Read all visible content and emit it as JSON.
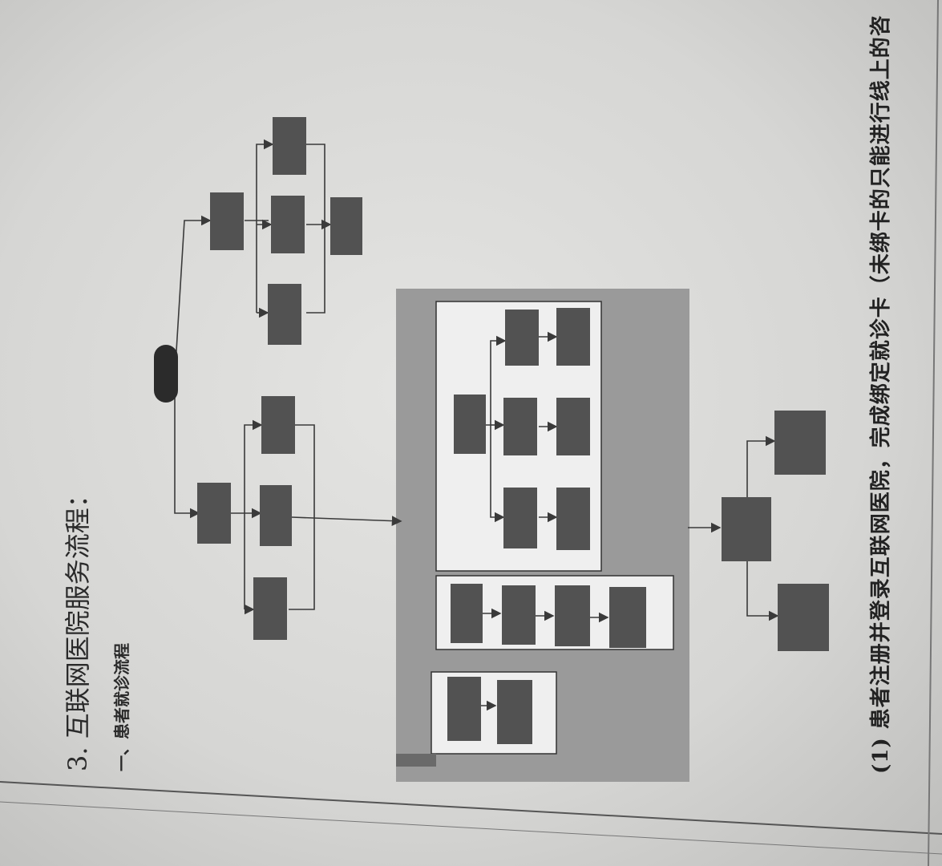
{
  "document": {
    "heading": "3. 互联网医院服务流程：",
    "subheading": "一、患者就诊流程",
    "caption": "(1)  患者注册并登录互联网医院，完成绑定就诊卡（未绑卡的只能进行线上的咨"
  },
  "colors": {
    "node_fill": "#525252",
    "start_fill": "#2b2b2b",
    "group_fill": "#9a9a9a",
    "inner_panel": "#efefef",
    "line": "#3a3a3a",
    "text": "#2a2a2a"
  }
}
